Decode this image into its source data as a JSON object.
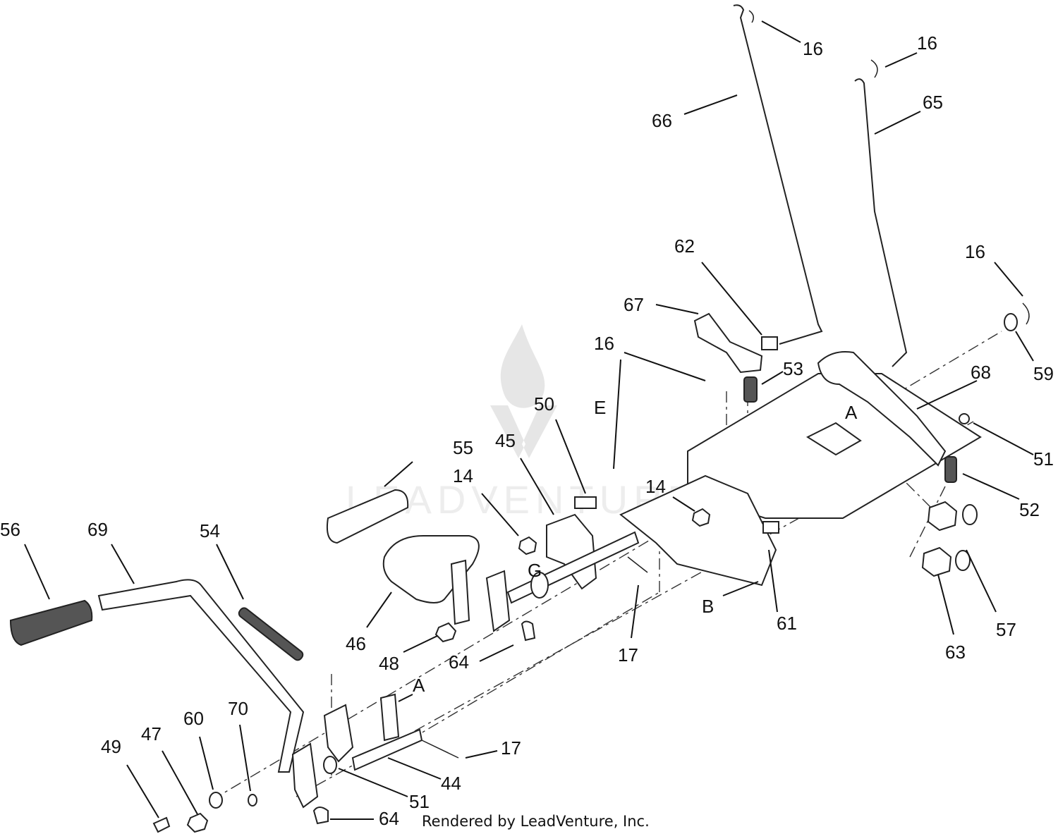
{
  "credit": "Rendered by LeadVenture, Inc.",
  "watermark_text": "LEADVENTURE",
  "callouts": [
    "16",
    "16",
    "66",
    "65",
    "62",
    "67",
    "16",
    "53",
    "16",
    "59",
    "68",
    "A",
    "51",
    "52",
    "50",
    "E",
    "55",
    "45",
    "14",
    "14",
    "G",
    "56",
    "69",
    "54",
    "46",
    "48",
    "64",
    "17",
    "B",
    "61",
    "63",
    "57",
    "A",
    "60",
    "70",
    "49",
    "47",
    "17",
    "44",
    "51",
    "64"
  ]
}
